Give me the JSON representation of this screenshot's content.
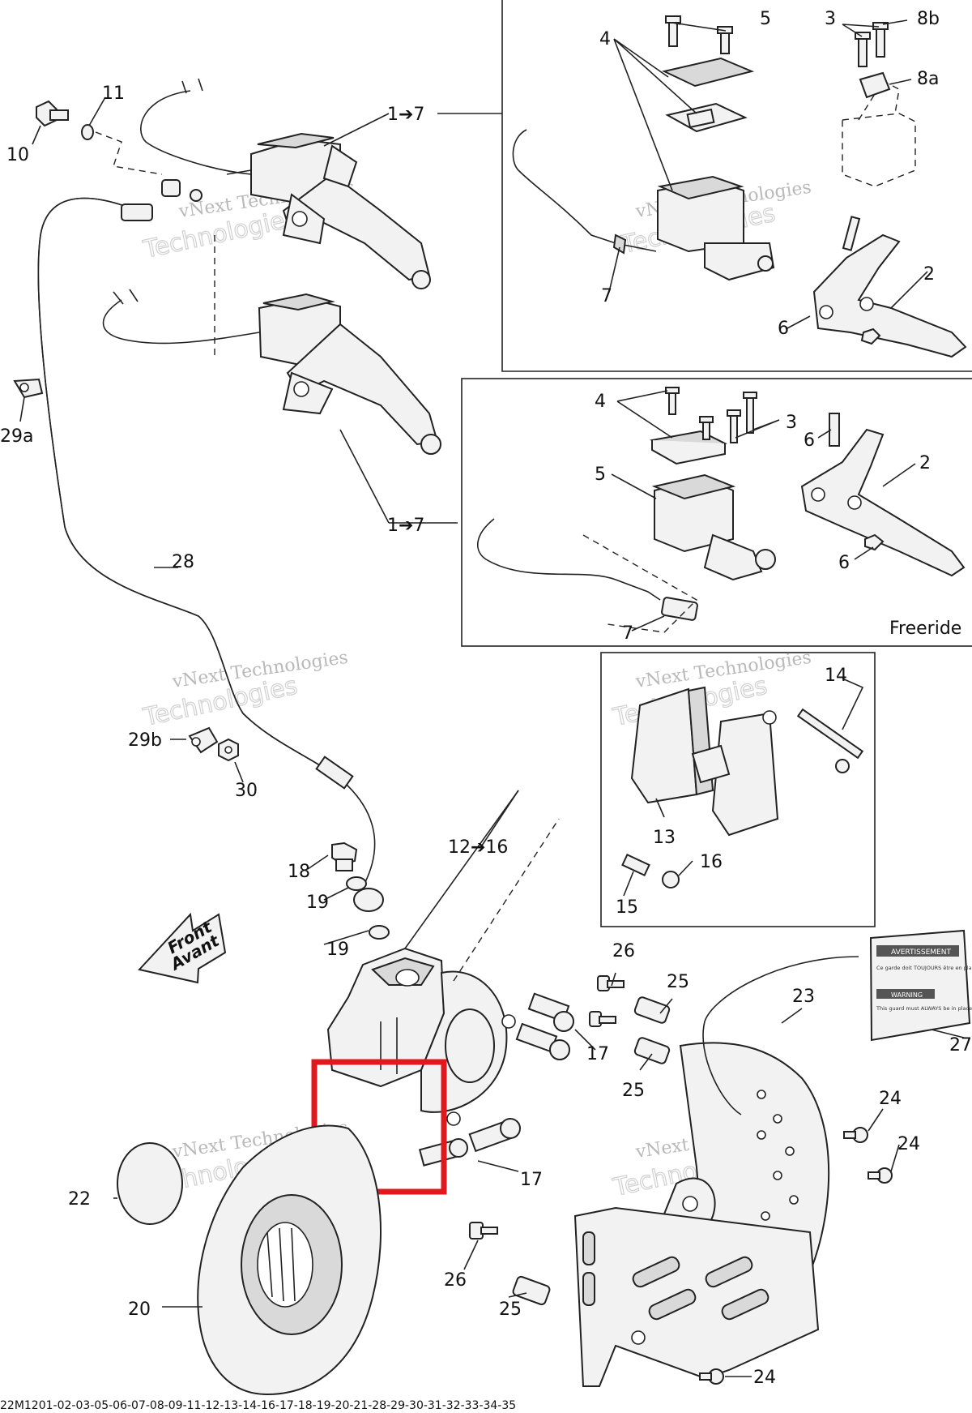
{
  "footer_code": "22M1201-02-03-05-06-07-08-09-11-12-13-14-16-17-18-19-20-21-28-29-30-31-32-33-34-35",
  "freeride_label": "Freeride",
  "front_label": {
    "line1": "Front",
    "line2": "Avant"
  },
  "watermark": {
    "line1": "vNext Technologies",
    "line2": "Technologies"
  },
  "decal": {
    "title": "AVERTISSEMENT",
    "french_text": "Ce garde doit TOUJOURS être en place lorsque le moteur fonctionne.",
    "warning_title": "WARNING",
    "english_text": "This guard must ALWAYS be in place when engine is running."
  },
  "highlight_color": "#e0191e",
  "callouts": {
    "c10": "10",
    "c11": "11",
    "c1to7_top": "1➔7",
    "c29a": "29a",
    "c28": "28",
    "c1to7_mid": "1➔7",
    "c29b": "29b",
    "c30": "30",
    "c18": "18",
    "c19a": "19",
    "c19b": "19",
    "c12to16": "12➔16",
    "c22": "22",
    "c20": "20",
    "c17a": "17",
    "c17b": "17",
    "c26a": "26",
    "c25a": "25",
    "c25b": "25",
    "c23": "23",
    "c27": "27",
    "c24a": "24",
    "c24b": "24",
    "c26b": "26",
    "c25c": "25",
    "c24c": "24",
    "i1_4": "4",
    "i1_5": "5",
    "i1_3": "3",
    "i1_8b": "8b",
    "i1_8a": "8a",
    "i1_7": "7",
    "i1_2": "2",
    "i1_6": "6",
    "i2_4": "4",
    "i2_3": "3",
    "i2_6a": "6",
    "i2_2": "2",
    "i2_5": "5",
    "i2_6b": "6",
    "i2_7": "7",
    "i3_14": "14",
    "i3_13": "13",
    "i3_16": "16",
    "i3_15": "15"
  }
}
